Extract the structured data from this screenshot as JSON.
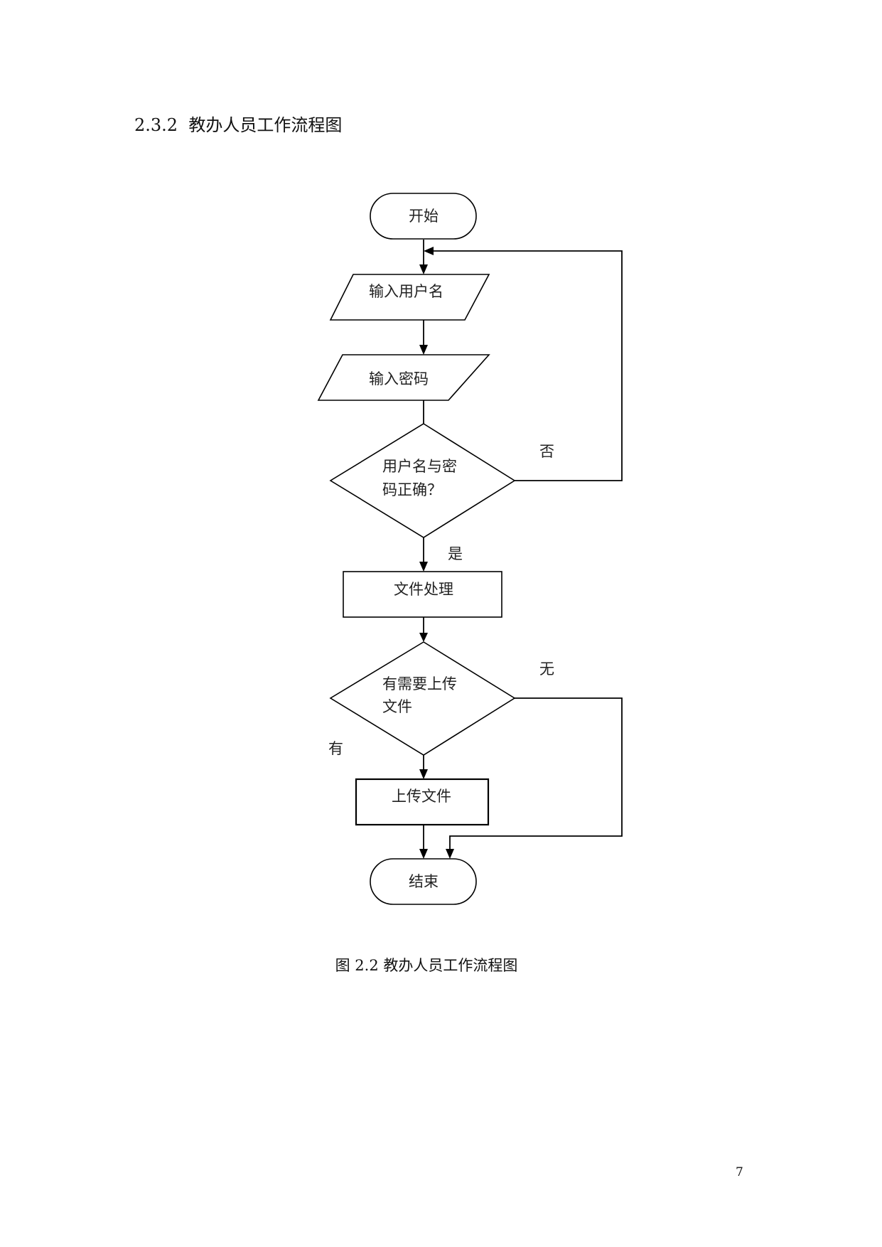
{
  "section": {
    "heading": "2.3.2  教办人员工作流程图"
  },
  "flowchart": {
    "nodes": {
      "start": "开始",
      "input_username": "输入用户名",
      "input_password": "输入密码",
      "check_credentials_line1": "用户名与密",
      "check_credentials_line2": "码正确？",
      "process_files": "文件处理",
      "need_upload_line1": "有需要上传",
      "need_upload_line2": "文件",
      "upload_file": "上传文件",
      "end": "结束"
    },
    "edges": {
      "credentials_no": "否",
      "credentials_yes": "是",
      "upload_none": "无",
      "upload_has": "有"
    }
  },
  "caption": "图 2.2 教办人员工作流程图",
  "page_number": "7"
}
